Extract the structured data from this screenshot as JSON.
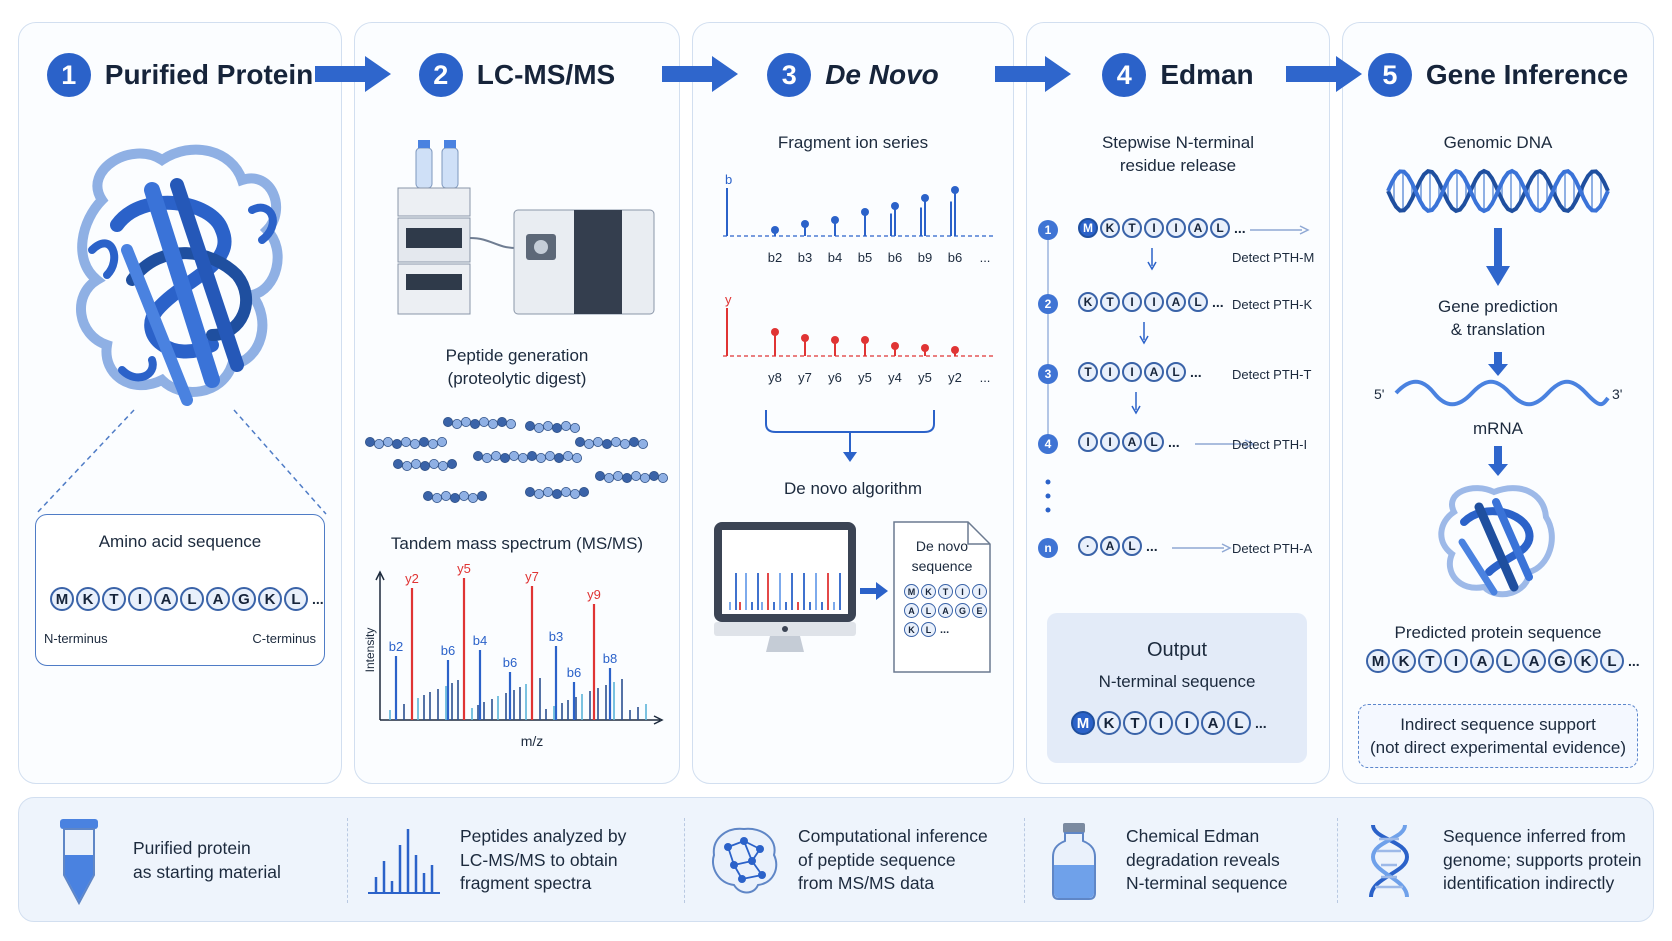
{
  "colors": {
    "accent": "#2b62c9",
    "b_ion": "#2b62c9",
    "y_ion": "#e03434",
    "panel_border": "#d2dff0"
  },
  "steps": [
    {
      "num": "1",
      "title": "Purified Protein"
    },
    {
      "num": "2",
      "title": "LC-MS/MS"
    },
    {
      "num": "3",
      "title": "De Novo"
    },
    {
      "num": "4",
      "title": "Edman"
    },
    {
      "num": "5",
      "title": "Gene Inference"
    }
  ],
  "panel1": {
    "box_title": "Amino acid sequence",
    "sequence": [
      "M",
      "K",
      "T",
      "I",
      "A",
      "L",
      "A",
      "G",
      "K",
      "L"
    ],
    "ellipsis": "...",
    "n_term": "N-terminus",
    "c_term": "C-terminus"
  },
  "panel2": {
    "peptide_line1": "Peptide generation",
    "peptide_line2": "(proteolytic digest)",
    "spectrum_title": "Tandem mass spectrum (MS/MS)",
    "ylabel": "Intensity",
    "xlabel": "m/z",
    "peak_labels": [
      {
        "label": "y2",
        "kind": "y"
      },
      {
        "label": "y5",
        "kind": "y"
      },
      {
        "label": "y7",
        "kind": "y"
      },
      {
        "label": "y9",
        "kind": "y"
      },
      {
        "label": "b2",
        "kind": "b"
      },
      {
        "label": "b6",
        "kind": "b"
      },
      {
        "label": "b4",
        "kind": "b"
      },
      {
        "label": "b6",
        "kind": "b"
      },
      {
        "label": "b3",
        "kind": "b"
      },
      {
        "label": "b6",
        "kind": "b"
      },
      {
        "label": "b8",
        "kind": "b"
      }
    ]
  },
  "panel3": {
    "fragment_title": "Fragment ion series",
    "b_series_label": "b",
    "y_series_label": "y",
    "b_labels": [
      "b2",
      "b3",
      "b4",
      "b5",
      "b6",
      "b9",
      "b6",
      "..."
    ],
    "y_labels": [
      "y8",
      "y7",
      "y6",
      "y5",
      "y4",
      "y5",
      "y2",
      "..."
    ],
    "algorithm_title": "De novo algorithm",
    "doc_line1": "De novo",
    "doc_line2": "sequence",
    "doc_rows": [
      [
        "M",
        "K",
        "T",
        "I",
        "I"
      ],
      [
        "A",
        "L",
        "A",
        "G",
        "E"
      ],
      [
        "K",
        "L"
      ]
    ],
    "ellipsis": "..."
  },
  "panel4": {
    "title_line1": "Stepwise N-terminal",
    "title_line2": "residue release",
    "cycles": [
      {
        "n": "1",
        "residues": [
          "M",
          "K",
          "T",
          "I",
          "I",
          "A",
          "L"
        ],
        "detect": "Detect PTH-M"
      },
      {
        "n": "2",
        "residues": [
          "K",
          "T",
          "I",
          "I",
          "A",
          "L"
        ],
        "detect": "Detect PTH-K"
      },
      {
        "n": "3",
        "residues": [
          "T",
          "I",
          "I",
          "A",
          "L"
        ],
        "detect": "Detect PTH-T"
      },
      {
        "n": "4",
        "residues": [
          "I",
          "I",
          "A",
          "L"
        ],
        "detect": "Detect PTH-I"
      },
      {
        "n": "n",
        "residues": [
          "·",
          "A",
          "L"
        ],
        "detect": "Detect PTH-A"
      }
    ],
    "ellipsis": "...",
    "output_title": "Output",
    "output_sub": "N-terminal sequence",
    "output_seq": [
      "M",
      "K",
      "T",
      "I",
      "I",
      "A",
      "L"
    ]
  },
  "panel5": {
    "genomic": "Genomic DNA",
    "gene_pred1": "Gene prediction",
    "gene_pred2": "& translation",
    "five_prime": "5'",
    "three_prime": "3'",
    "mrna": "mRNA",
    "predicted": "Predicted protein sequence",
    "sequence": [
      "M",
      "K",
      "T",
      "I",
      "A",
      "L",
      "A",
      "G",
      "K",
      "L"
    ],
    "ellipsis": "...",
    "infer1": "Indirect sequence support",
    "infer2": "(not direct experimental evidence)"
  },
  "bottom": [
    {
      "icon": "tube-icon",
      "lines": [
        "Purified protein",
        "as starting material"
      ]
    },
    {
      "icon": "spectrum-icon",
      "lines": [
        "Peptides analyzed by",
        "LC-MS/MS to obtain",
        "fragment spectra"
      ]
    },
    {
      "icon": "brain-network-icon",
      "lines": [
        "Computational inference",
        "of peptide sequence",
        "from MS/MS data"
      ]
    },
    {
      "icon": "vial-icon",
      "lines": [
        "Chemical Edman",
        "degradation reveals",
        "N-terminal sequence"
      ]
    },
    {
      "icon": "dna-icon",
      "lines": [
        "Sequence inferred from",
        "genome; supports protein",
        "identification indirectly"
      ]
    }
  ]
}
